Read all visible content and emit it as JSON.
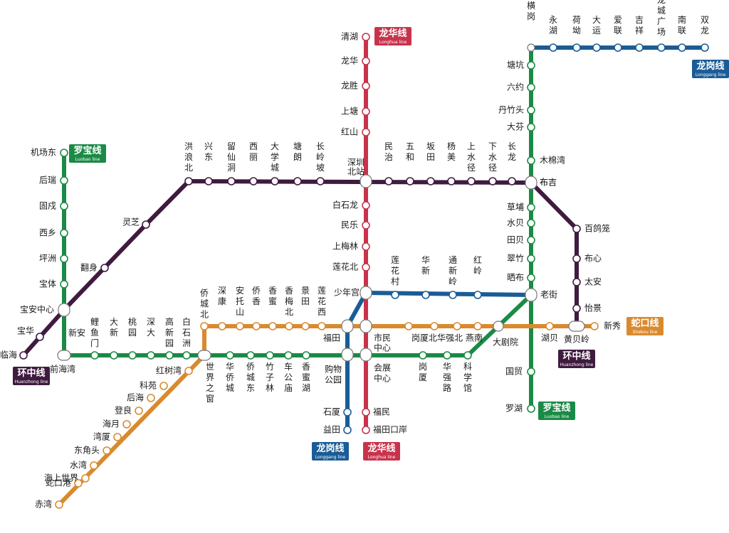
{
  "lines": [
    {
      "id": "luohua",
      "name": "龙华线",
      "en": "Longhua line",
      "color": "#c8334b"
    },
    {
      "id": "luobao",
      "name": "罗宝线",
      "en": "Luobao line",
      "color": "#1b8a46"
    },
    {
      "id": "longgang",
      "name": "龙岗线",
      "en": "Longgang line",
      "color": "#1a5c96"
    },
    {
      "id": "huanzhong",
      "name": "环中线",
      "en": "Huanzhong line",
      "color": "#3f1b3f"
    },
    {
      "id": "shekou",
      "name": "蛇口线",
      "en": "Shekou line",
      "color": "#d98a2e"
    }
  ],
  "colors": {
    "longhua": "#c8334b",
    "luobao": "#1b8a46",
    "longgang": "#1a5c96",
    "huanzhong": "#3f1b3f",
    "shekou": "#d98a2e"
  },
  "stations": {
    "longhua": [
      "清湖",
      "龙华",
      "龙胜",
      "上塘",
      "红山",
      "深圳北站",
      "白石龙",
      "民乐",
      "上梅林",
      "莲花北",
      "少年宫",
      "市民中心",
      "会展中心",
      "福民",
      "福田口岸"
    ],
    "luobao_west": [
      "机场东",
      "后瑞",
      "固戍",
      "西乡",
      "坪洲",
      "宝体",
      "宝安中心",
      "新安",
      "前海湾"
    ],
    "luobao_main": [
      "鲤鱼门",
      "大新",
      "桃园",
      "深大",
      "高新园",
      "白石洲",
      "世界之窗",
      "华侨城",
      "侨城东",
      "竹子林",
      "车公庙",
      "香蜜湖",
      "购物公园",
      "会展中心",
      "岗厦",
      "华强路",
      "科学馆",
      "大剧院",
      "老街",
      "晒布",
      "翠竹",
      "田贝",
      "水贝",
      "草埔",
      "布吉",
      "木棉湾",
      "大芬",
      "丹竹头",
      "六约",
      "塘坑",
      "横岗"
    ],
    "luobao_east": [
      "老街",
      "国贸",
      "罗湖"
    ],
    "longgang": [
      "横岗",
      "永湖",
      "荷坳",
      "大运",
      "爱联",
      "吉祥",
      "龙城广场",
      "南联",
      "双龙"
    ],
    "huanzhong": [
      "临海",
      "宝华",
      "宝安中心",
      "翻身",
      "灵芝",
      "洪浪北",
      "兴东",
      "留仙洞",
      "西丽",
      "大学城",
      "塘朗",
      "长岭坡",
      "深圳北站",
      "民治",
      "五和",
      "坂田",
      "杨美",
      "上水径",
      "下水径",
      "长龙",
      "布吉",
      "百鸽笼",
      "布心",
      "太安",
      "怡景",
      "黄贝岭"
    ],
    "longgang_branch": [
      "益田",
      "石厦",
      "购物公园",
      "福田",
      "少年宫",
      "莲花村",
      "华新",
      "通新岭",
      "红岭",
      "老街"
    ],
    "shekou": [
      "赤湾",
      "蛇口港",
      "海上世界",
      "水湾",
      "东角头",
      "湾厦",
      "海月",
      "登良",
      "后海",
      "科苑",
      "红树湾",
      "世界之窗",
      "侨城北",
      "深康",
      "安托山",
      "侨香",
      "香蜜",
      "香梅北",
      "景田",
      "莲花西",
      "福田",
      "市民中心",
      "岗厦北",
      "华强北",
      "燕南",
      "大剧院",
      "湖贝",
      "黄贝岭",
      "新秀"
    ]
  },
  "badges": {
    "longhua_top": {
      "name": "龙华线",
      "en": "Longhua line"
    },
    "longhua_bottom": {
      "name": "龙华线",
      "en": "Longhua line"
    },
    "luobao_top": {
      "name": "罗宝线",
      "en": "Luobao line"
    },
    "luobao_bottom": {
      "name": "罗宝线",
      "en": "Luobao line"
    },
    "longgang_top": {
      "name": "龙岗线",
      "en": "Longgang line"
    },
    "longgang_bottom": {
      "name": "龙岗线",
      "en": "Longgang line"
    },
    "huanzhong_left": {
      "name": "环中线",
      "en": "Huanzhong line"
    },
    "huanzhong_right": {
      "name": "环中线",
      "en": "Huanzhong line"
    },
    "shekou_right": {
      "name": "蛇口线",
      "en": "Shekou line"
    }
  }
}
